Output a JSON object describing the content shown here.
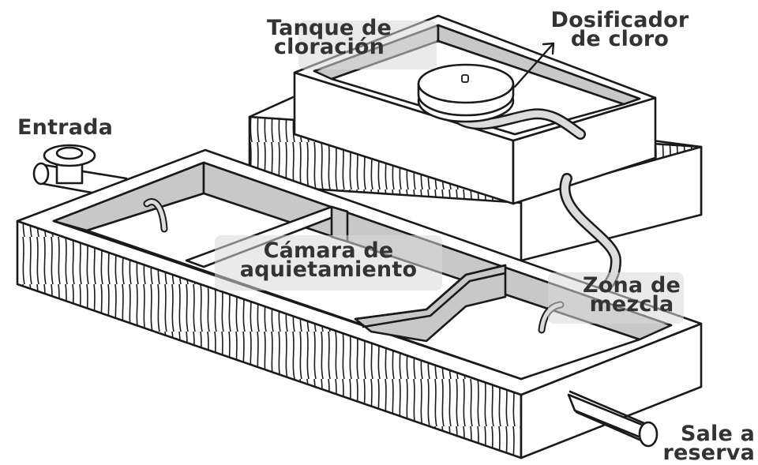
{
  "labels": {
    "chlorination_tank": [
      "Tanque de",
      "cloración"
    ],
    "chlorine_doser": [
      "Dosificador",
      "de cloro"
    ],
    "inlet": "Entrada",
    "settling_chamber": [
      "Cámara de",
      "aquietamiento"
    ],
    "mixing_zone": [
      "Zona de",
      "mezcla"
    ],
    "outlet": [
      "Sale a",
      "reserva"
    ]
  },
  "colors": {
    "line": "#1a1a1a",
    "inner_wall": "#c8c8c8",
    "floor": "#ffffff",
    "label_text": "#333333",
    "highlight": "#d9d9d9"
  }
}
